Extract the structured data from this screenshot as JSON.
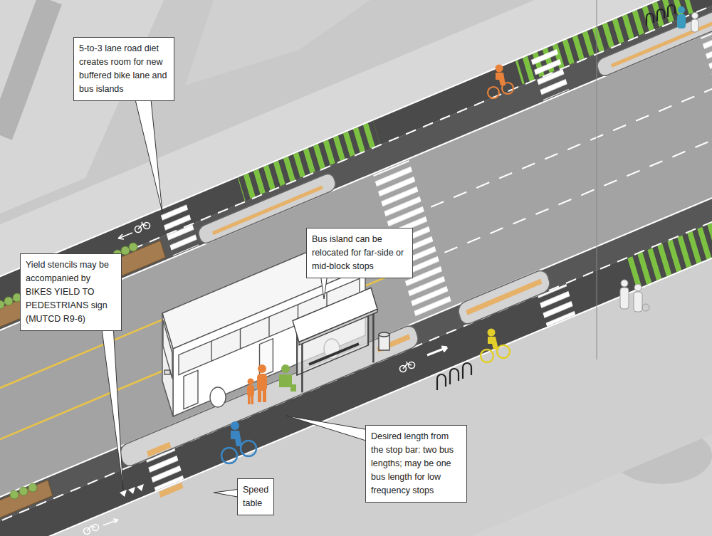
{
  "diagram": {
    "nodes": [
      {
        "text": [
          "5-to-3 lane road diet creates room for new buffered bike lane and bus islands"
        ]
      },
      {
        "text": [
          "Bus island can be relocated for far-side or mid-block stops"
        ]
      },
      {
        "text": [
          "Yield stencils may be accompanied by BIKES YIELD TO PEDESTRIANS sign (MUTCD R9-6)"
        ]
      },
      {
        "text": [
          "Desired length from the stop bar: two bus lengths; may be one bus length for low frequency stops"
        ]
      },
      {
        "text": [
          "Speed table"
        ]
      }
    ]
  }
}
